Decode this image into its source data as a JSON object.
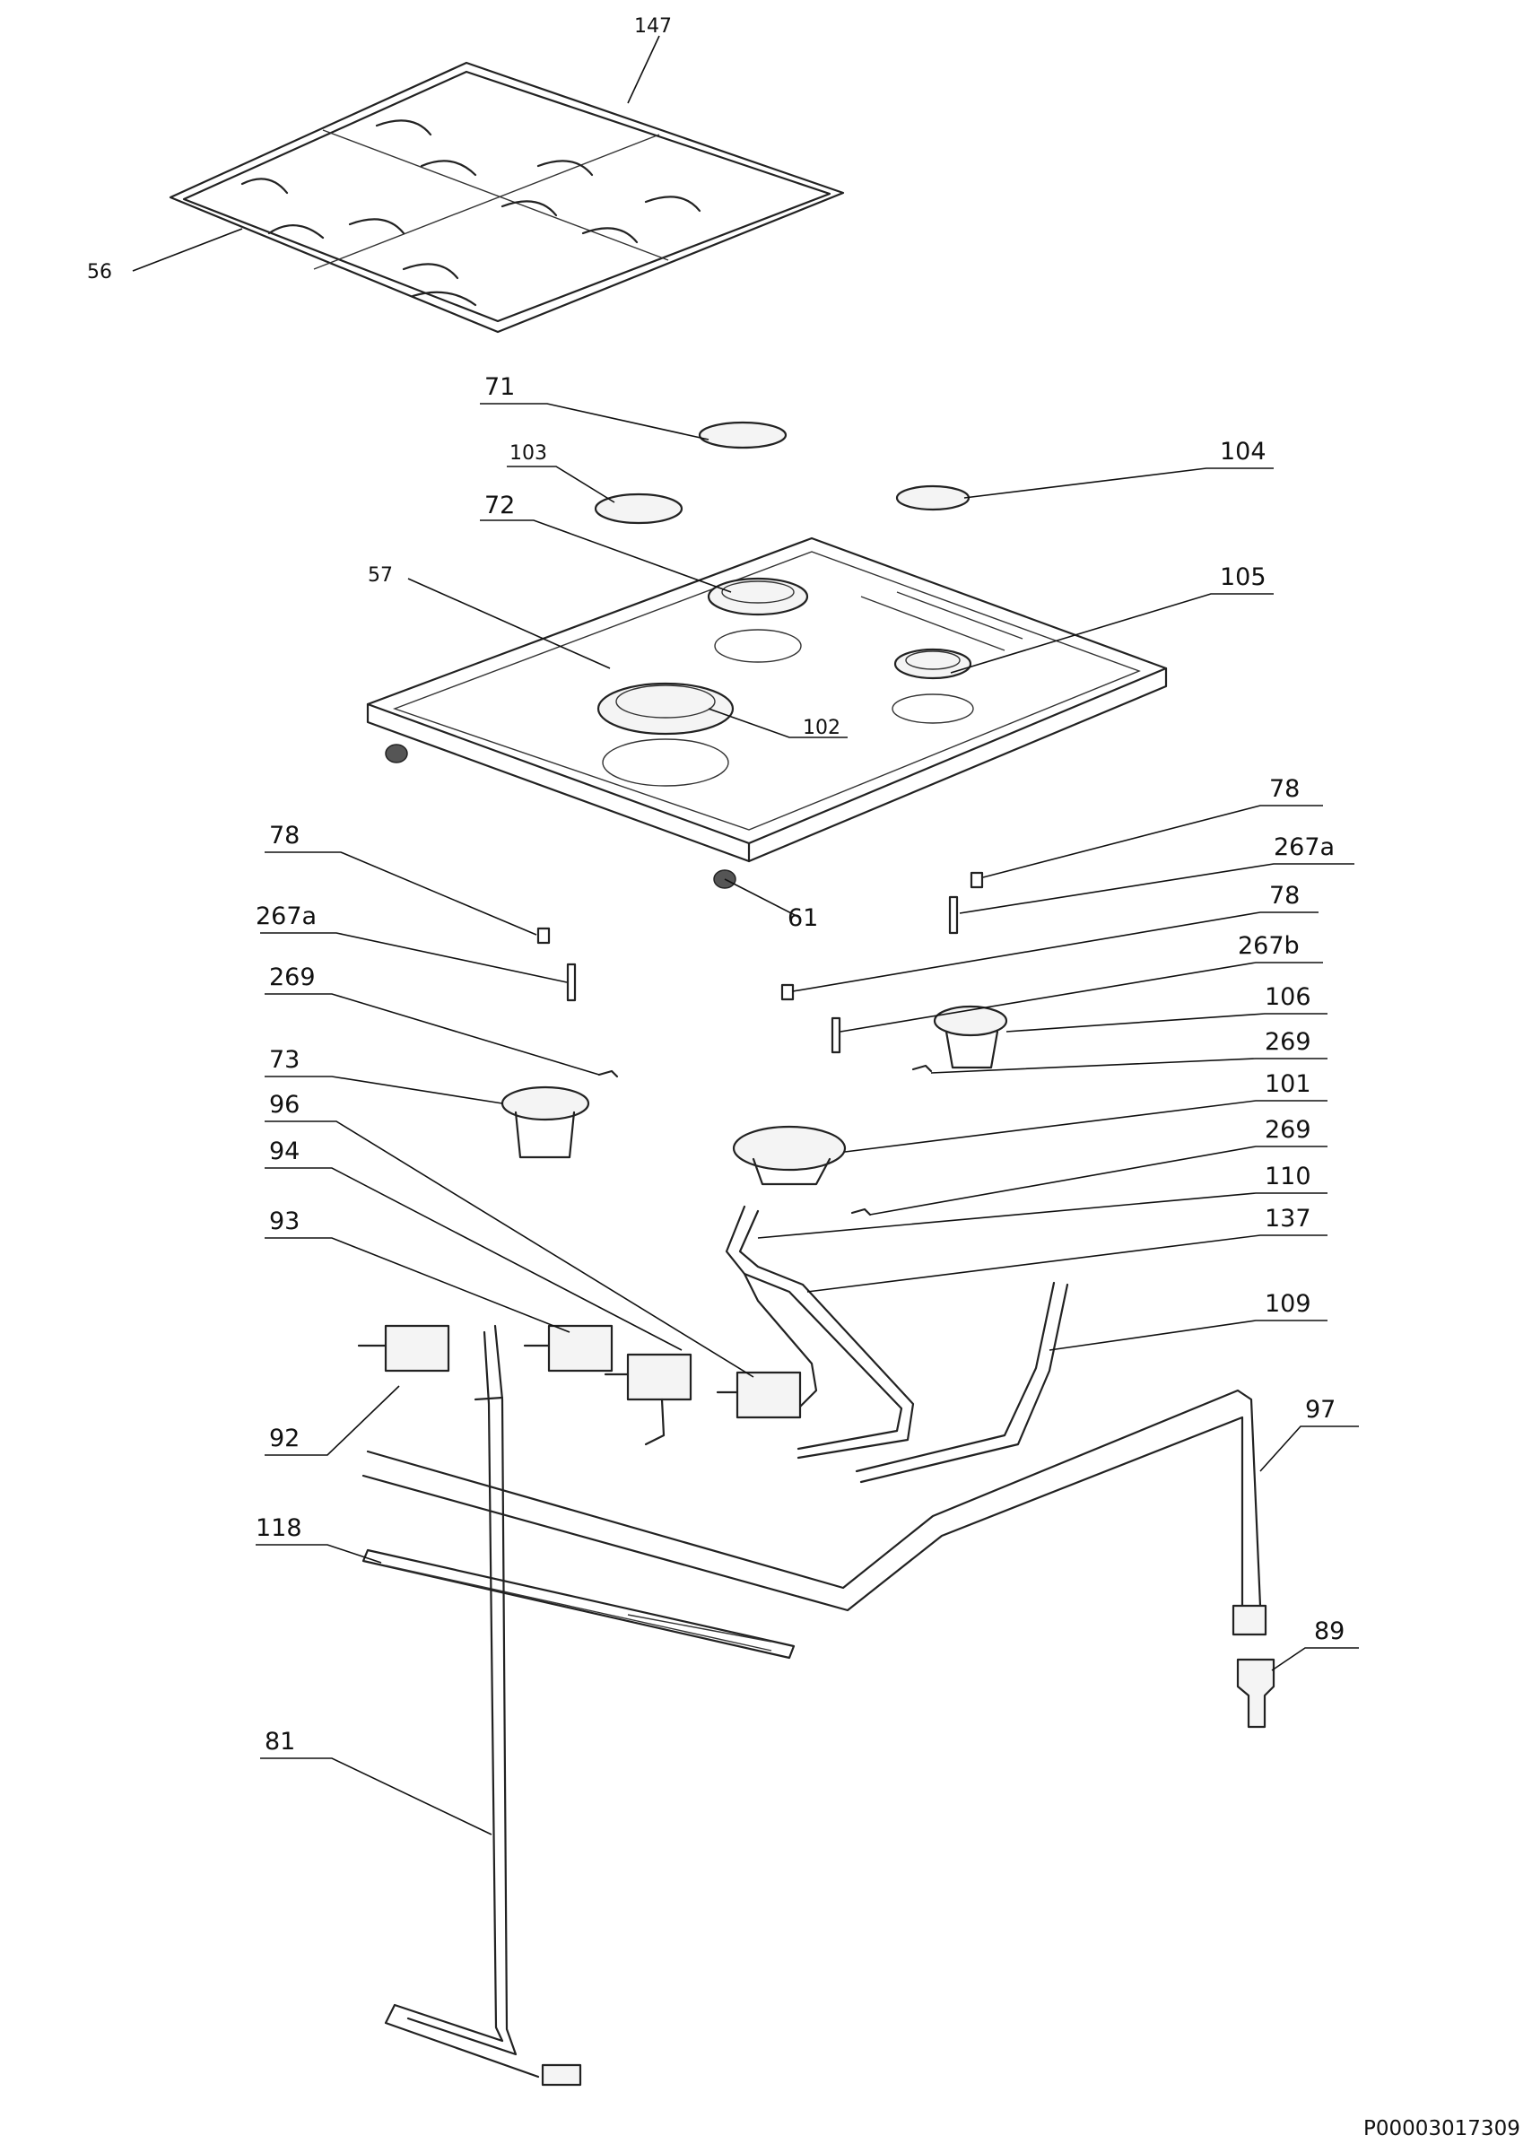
{
  "doc_code": "P00003017309",
  "callouts": {
    "c147": "147",
    "c56": "56",
    "c71": "71",
    "c103": "103",
    "c104": "104",
    "c72": "72",
    "c57": "57",
    "c105": "105",
    "c102": "102",
    "c61": "61",
    "c78_right_top": "78",
    "c267a_right": "267a",
    "c78_right_mid": "78",
    "c267b": "267b",
    "c106": "106",
    "c269_right_top": "269",
    "c101": "101",
    "c269_right_bottom": "269",
    "c110": "110",
    "c137": "137",
    "c109": "109",
    "c97": "97",
    "c89": "89",
    "c78_left": "78",
    "c267a_left": "267a",
    "c269_left": "269",
    "c73": "73",
    "c96": "96",
    "c94": "94",
    "c93": "93",
    "c92": "92",
    "c118": "118",
    "c81": "81"
  }
}
